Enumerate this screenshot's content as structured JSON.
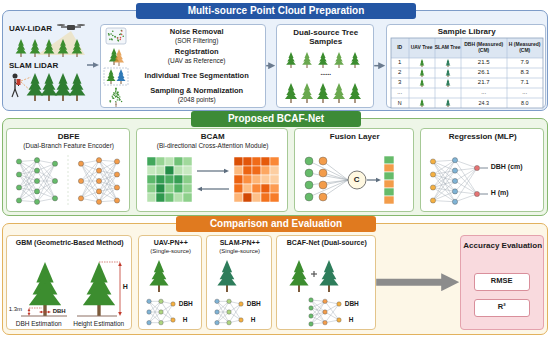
{
  "diagram": {
    "nodes": [
      {
        "text": [
          "Multi-source Point Cloud Preparation"
        ]
      },
      {
        "text": [
          "Noise Removal",
          "(SOR Filtering)",
          "Registration",
          "(UAV as Reference)",
          "Individual Tree Segmentation",
          "Sampling & Normalization",
          "(2048 points)"
        ],
        "in": 0
      },
      {
        "text": [
          "Dual-source Tree Samples"
        ],
        "in": 0
      },
      {
        "text": [
          "Sample Library"
        ],
        "in": 0
      },
      {
        "text": [
          "Proposed BCAF-Net"
        ]
      },
      {
        "text": [
          "DBFE",
          "(Dual-Branch Feature Encoder)"
        ],
        "in": 4
      },
      {
        "text": [
          "BCAM",
          "(Bi-directional Cross-Attention Module)"
        ],
        "in": 4
      },
      {
        "text": [
          "Fusion Layer"
        ],
        "in": 4
      },
      {
        "text": [
          "Regression (MLP)"
        ],
        "in": 4
      },
      {
        "text": [
          "Comparison and Evaluation"
        ]
      },
      {
        "text": [
          "GBM (Geometric-Based Method)"
        ],
        "in": 9
      },
      {
        "text": [
          "UAV-PN++",
          "(Single-source)"
        ],
        "in": 9
      },
      {
        "text": [
          "SLAM-PN++",
          "(Single-source)"
        ],
        "in": 9
      },
      {
        "text": [
          "BCAF-Net (Dual-source)"
        ],
        "in": 9
      },
      {
        "text": [
          "Accuracy Evaluation"
        ],
        "in": 9
      },
      {
        "text": [
          "RMSE"
        ],
        "in": 14
      },
      {
        "text": [
          "R²"
        ],
        "in": 14
      }
    ],
    "edges": [
      {
        "from": 1,
        "to": 2,
        "arrow": "to"
      },
      {
        "from": 2,
        "to": 3,
        "arrow": "to"
      },
      {
        "from": 13,
        "to": 14,
        "arrow": "to"
      }
    ],
    "labels": [
      "UAV-LiDAR",
      "SLAM LiDAR",
      "ID",
      "UAV Tree",
      "SLAM Tree",
      "DBH (Measured) (CM)",
      "H (Measured) (CM)",
      "1",
      "21.5",
      "7.9",
      "2",
      "26.1",
      "8.3",
      "3",
      "21.7",
      "7.1",
      "...",
      "...",
      "...",
      "N",
      "24.3",
      "8.0",
      "......",
      "C",
      "DBH (cm)",
      "H (m)",
      "1.3m",
      "DBH",
      "DBH Estimation",
      "H",
      "Height Estimation",
      "DBH",
      "H",
      "DBH",
      "H",
      "DBH",
      "H"
    ]
  }
}
